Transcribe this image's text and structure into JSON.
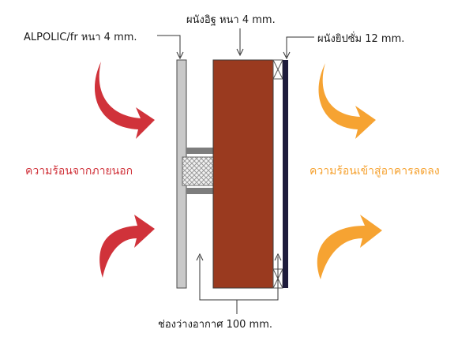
{
  "labels": {
    "alpolic": "ALPOLIC/fr หนา 4 mm.",
    "brick_wall": "ผนังอิฐ หนา 4 mm.",
    "gypsum_wall": "ผนังยิปซั่ม 12 mm.",
    "outside_heat": "ความร้อนจากภายนอก",
    "inside_heat": "ความร้อนเข้าสู่อาคารลดลง",
    "air_gap": "ช่องว่างอากาศ 100 mm."
  },
  "colors": {
    "hot_arrow": "#d0323a",
    "cool_arrow": "#f6a332",
    "brick": "#9a3a1f",
    "panel": "#c9c9c9",
    "gypsum": "#1e1c3c"
  }
}
